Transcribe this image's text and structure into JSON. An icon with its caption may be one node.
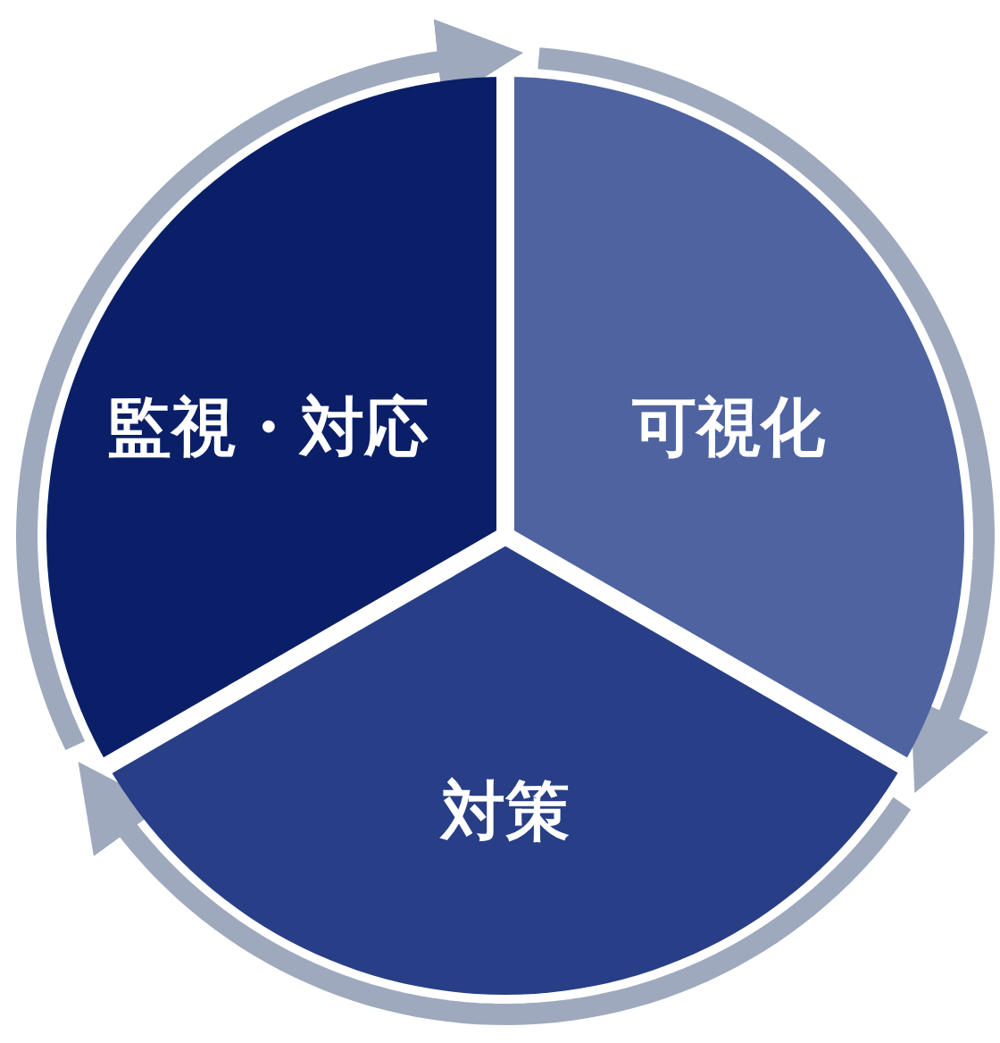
{
  "diagram": {
    "nodes": [
      {
        "text": [
          "監視・対応"
        ]
      },
      {
        "text": [
          "可視化"
        ]
      },
      {
        "text": [
          "対策"
        ]
      }
    ],
    "edges": [
      {
        "from": 0,
        "to": 1,
        "arrow": "to"
      },
      {
        "from": 1,
        "to": 2,
        "arrow": "to"
      },
      {
        "from": 2,
        "to": 0,
        "arrow": "to"
      }
    ]
  }
}
